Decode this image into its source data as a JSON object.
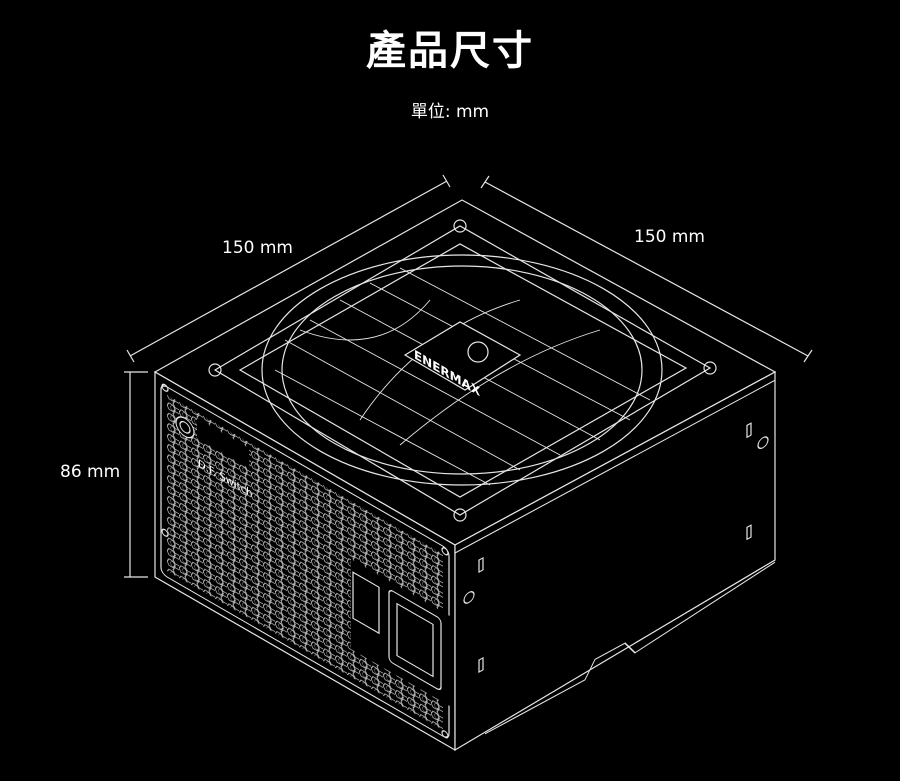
{
  "header": {
    "title": "產品尺寸",
    "unit": "單位: mm"
  },
  "dimensions": {
    "depth": "150 mm",
    "width": "150 mm",
    "height": "86 mm"
  },
  "product": {
    "switch_label": "D.F. Switch",
    "logo": "ENERMAX"
  },
  "colors": {
    "background": "#000000",
    "line": "#e6e6e6"
  }
}
